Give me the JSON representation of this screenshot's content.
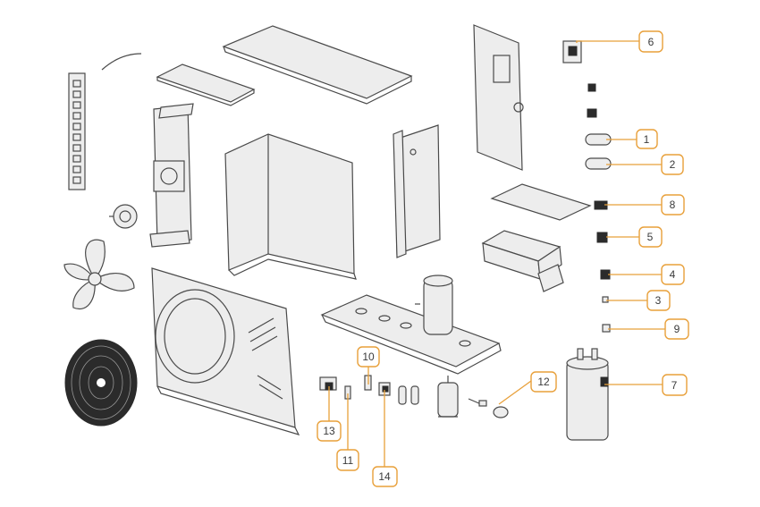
{
  "colors": {
    "callout_accent": "#e8a03a",
    "part_fill": "#ededed",
    "part_outline": "#4a4a4a",
    "background": "#ffffff"
  },
  "callouts": [
    {
      "id": "6",
      "label": "6"
    },
    {
      "id": "1",
      "label": "1"
    },
    {
      "id": "2",
      "label": "2"
    },
    {
      "id": "8",
      "label": "8"
    },
    {
      "id": "5",
      "label": "5"
    },
    {
      "id": "4",
      "label": "4"
    },
    {
      "id": "3",
      "label": "3"
    },
    {
      "id": "9",
      "label": "9"
    },
    {
      "id": "7",
      "label": "7"
    },
    {
      "id": "12",
      "label": "12"
    },
    {
      "id": "10",
      "label": "10"
    },
    {
      "id": "13",
      "label": "13"
    },
    {
      "id": "11",
      "label": "11"
    },
    {
      "id": "14",
      "label": "14"
    }
  ]
}
